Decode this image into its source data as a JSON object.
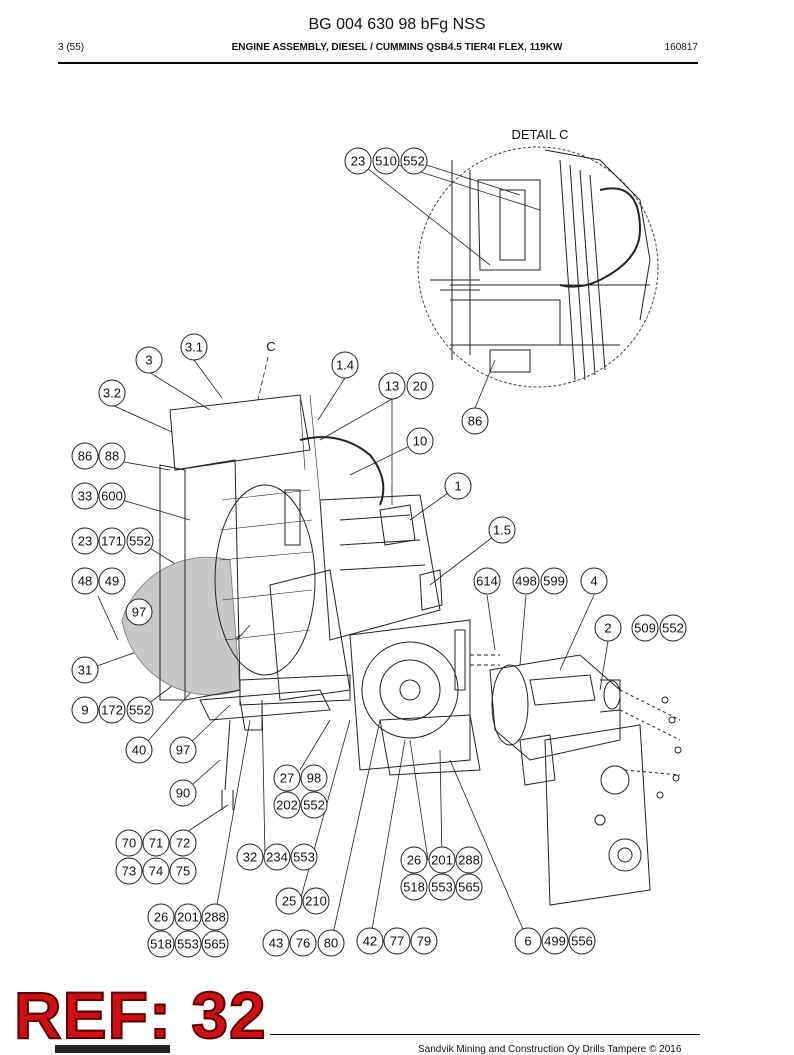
{
  "header": {
    "title": "BG 004 630 98 bFg NSS",
    "page": "3 (55)",
    "section": "ENGINE ASSEMBLY, DIESEL / CUMMINS QSB4.5 TIER4I FLEX, 119KW",
    "code": "160817"
  },
  "drawing": {
    "detail_label": "DETAIL C",
    "view_letter": "C",
    "callouts": [
      "23",
      "510",
      "552",
      "86",
      "3.1",
      "3",
      "3.2",
      "1.4",
      "13",
      "20",
      "10",
      "86",
      "88",
      "33",
      "600",
      "1",
      "23",
      "171",
      "552",
      "1.5",
      "48",
      "49",
      "614",
      "498",
      "599",
      "4",
      "97",
      "2",
      "509",
      "552",
      "31",
      "9",
      "172",
      "552",
      "40",
      "97",
      "27",
      "98",
      "90",
      "202",
      "552",
      "70",
      "71",
      "72",
      "73",
      "74",
      "75",
      "32",
      "234",
      "553",
      "26",
      "201",
      "288",
      "518",
      "553",
      "565",
      "25",
      "210",
      "26",
      "201",
      "288",
      "518",
      "553",
      "565",
      "43",
      "76",
      "80",
      "42",
      "77",
      "79",
      "6",
      "499",
      "556"
    ]
  },
  "footer": {
    "ref_stamp": "REF: 32",
    "copyright": "Sandvik Mining and Construction Oy Drills Tampere © 2016"
  }
}
